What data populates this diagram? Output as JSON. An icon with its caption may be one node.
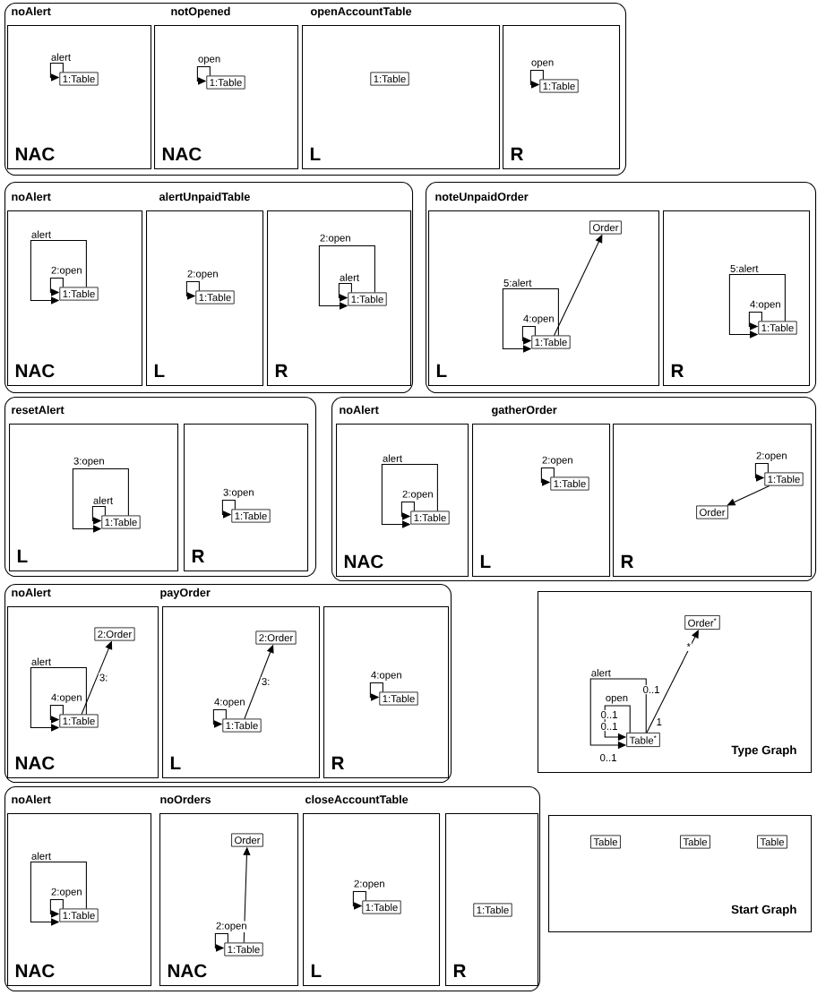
{
  "diagram": {
    "nodes": [
      {
        "text": [],
        "shape": "box"
      },
      {
        "text": [
          "noAlert",
          "NAC"
        ],
        "in": 0
      },
      {
        "text": [
          "1:Table"
        ],
        "in": 1
      },
      {
        "text": [
          "notOpened",
          "NAC"
        ],
        "in": 0
      },
      {
        "text": [
          "1:Table"
        ],
        "in": 3
      },
      {
        "text": [
          "openAccountTable",
          "L"
        ],
        "in": 0
      },
      {
        "text": [
          "1:Table"
        ],
        "in": 5
      },
      {
        "text": [
          "R"
        ],
        "in": 0
      },
      {
        "text": [
          "1:Table"
        ],
        "in": 7
      },
      {
        "text": [],
        "shape": "box"
      },
      {
        "text": [
          "noAlert",
          "NAC"
        ],
        "in": 9
      },
      {
        "text": [
          "1:Table"
        ],
        "in": 10
      },
      {
        "text": [
          "alertUnpaidTable",
          "L"
        ],
        "in": 9
      },
      {
        "text": [
          "1:Table"
        ],
        "in": 12
      },
      {
        "text": [
          "R"
        ],
        "in": 9
      },
      {
        "text": [
          "1:Table"
        ],
        "in": 14
      },
      {
        "text": [],
        "shape": "box"
      },
      {
        "text": [
          "noteUnpaidOrder",
          "L"
        ],
        "in": 16
      },
      {
        "text": [
          "Order"
        ],
        "in": 17
      },
      {
        "text": [
          "1:Table"
        ],
        "in": 17
      },
      {
        "text": [
          "R"
        ],
        "in": 16
      },
      {
        "text": [
          "1:Table"
        ],
        "in": 20
      },
      {
        "text": [],
        "shape": "box"
      },
      {
        "text": [
          "resetAlert",
          "L"
        ],
        "in": 22
      },
      {
        "text": [
          "1:Table"
        ],
        "in": 23
      },
      {
        "text": [
          "R"
        ],
        "in": 22
      },
      {
        "text": [
          "1:Table"
        ],
        "in": 25
      },
      {
        "text": [],
        "shape": "box"
      },
      {
        "text": [
          "noAlert",
          "NAC"
        ],
        "in": 27
      },
      {
        "text": [
          "1:Table"
        ],
        "in": 28
      },
      {
        "text": [
          "gatherOrder",
          "L"
        ],
        "in": 27
      },
      {
        "text": [
          "1:Table"
        ],
        "in": 30
      },
      {
        "text": [
          "R"
        ],
        "in": 27
      },
      {
        "text": [
          "1:Table"
        ],
        "in": 32
      },
      {
        "text": [
          "Order"
        ],
        "in": 32
      },
      {
        "text": [],
        "shape": "box"
      },
      {
        "text": [
          "noAlert",
          "NAC"
        ],
        "in": 35
      },
      {
        "text": [
          "2:Order"
        ],
        "in": 36
      },
      {
        "text": [
          "1:Table"
        ],
        "in": 36
      },
      {
        "text": [
          "payOrder",
          "L"
        ],
        "in": 35
      },
      {
        "text": [
          "2:Order"
        ],
        "in": 39
      },
      {
        "text": [
          "1:Table"
        ],
        "in": 39
      },
      {
        "text": [
          "R"
        ],
        "in": 35
      },
      {
        "text": [
          "1:Table"
        ],
        "in": 42
      },
      {
        "text": [
          "Type Graph"
        ]
      },
      {
        "text": [
          "Order$^{*}$"
        ],
        "in": 44
      },
      {
        "text": [
          "Table$^{*}$"
        ],
        "in": 44
      },
      {
        "text": [],
        "shape": "box"
      },
      {
        "text": [
          "noAlert",
          "NAC"
        ],
        "in": 47
      },
      {
        "text": [
          "1:Table"
        ],
        "in": 48
      },
      {
        "text": [
          "noOrders",
          "NAC"
        ],
        "in": 47
      },
      {
        "text": [
          "Order"
        ],
        "in": 50
      },
      {
        "text": [
          "1:Table"
        ],
        "in": 50
      },
      {
        "text": [
          "closeAccountTable",
          "L"
        ],
        "in": 47
      },
      {
        "text": [
          "1:Table"
        ],
        "in": 53
      },
      {
        "text": [
          "R"
        ],
        "in": 47
      },
      {
        "text": [
          "1:Table"
        ],
        "in": 55
      },
      {
        "text": [
          "Start Graph"
        ]
      },
      {
        "text": [
          "Table"
        ],
        "in": 57
      },
      {
        "text": [
          "Table"
        ],
        "in": 57
      },
      {
        "text": [
          "Table"
        ],
        "in": 57
      }
    ],
    "edges": [
      {
        "from": 2,
        "to": 2,
        "arrow": "to",
        "label": "alert"
      },
      {
        "from": 4,
        "to": 4,
        "arrow": "to",
        "label": "open"
      },
      {
        "from": 8,
        "to": 8,
        "arrow": "to",
        "label": "open"
      },
      {
        "from": 11,
        "to": 11,
        "arrow": "to",
        "label": "2:open"
      },
      {
        "from": 11,
        "to": 11,
        "arrow": "to",
        "label": "alert"
      },
      {
        "from": 13,
        "to": 13,
        "arrow": "to",
        "label": "2:open"
      },
      {
        "from": 15,
        "to": 15,
        "arrow": "to",
        "label": "alert"
      },
      {
        "from": 15,
        "to": 15,
        "arrow": "to",
        "label": "2:open"
      },
      {
        "from": 19,
        "to": 19,
        "arrow": "to",
        "label": "4:open"
      },
      {
        "from": 19,
        "to": 19,
        "arrow": "to",
        "label": "5:alert"
      },
      {
        "from": 19,
        "to": 18,
        "arrow": "to"
      },
      {
        "from": 21,
        "to": 21,
        "arrow": "to",
        "label": "4:open"
      },
      {
        "from": 21,
        "to": 21,
        "arrow": "to",
        "label": "5:alert"
      },
      {
        "from": 24,
        "to": 24,
        "arrow": "to",
        "label": "alert"
      },
      {
        "from": 24,
        "to": 24,
        "arrow": "to",
        "label": "3:open"
      },
      {
        "from": 26,
        "to": 26,
        "arrow": "to",
        "label": "3:open"
      },
      {
        "from": 29,
        "to": 29,
        "arrow": "to",
        "label": "2:open"
      },
      {
        "from": 29,
        "to": 29,
        "arrow": "to",
        "label": "alert"
      },
      {
        "from": 31,
        "to": 31,
        "arrow": "to",
        "label": "2:open"
      },
      {
        "from": 33,
        "to": 33,
        "arrow": "to",
        "label": "2:open"
      },
      {
        "from": 33,
        "to": 34,
        "arrow": "to"
      },
      {
        "from": 38,
        "to": 38,
        "arrow": "to",
        "label": "4:open"
      },
      {
        "from": 38,
        "to": 38,
        "arrow": "to",
        "label": "alert"
      },
      {
        "from": 38,
        "to": 37,
        "arrow": "to",
        "label": "3:"
      },
      {
        "from": 41,
        "to": 41,
        "arrow": "to",
        "label": "4:open"
      },
      {
        "from": 41,
        "to": 40,
        "arrow": "to",
        "label": "3:"
      },
      {
        "from": 43,
        "to": 43,
        "arrow": "to",
        "label": "4:open"
      },
      {
        "from": 46,
        "to": 46,
        "arrow": "to",
        "label": "open"
      },
      {
        "from": 46,
        "to": 46,
        "arrow": "to",
        "label": "alert"
      },
      {
        "from": 46,
        "to": 45,
        "arrow": "to"
      },
      {
        "from": 49,
        "to": 49,
        "arrow": "to",
        "label": "2:open"
      },
      {
        "from": 49,
        "to": 49,
        "arrow": "to",
        "label": "alert"
      },
      {
        "from": 52,
        "to": 52,
        "arrow": "to",
        "label": "2:open"
      },
      {
        "from": 52,
        "to": 51,
        "arrow": "to"
      },
      {
        "from": 54,
        "to": 54,
        "arrow": "to",
        "label": "2:open"
      }
    ],
    "labels": [
      "*",
      "0..1",
      "0..1",
      "1",
      "0..1",
      "0..1"
    ]
  }
}
